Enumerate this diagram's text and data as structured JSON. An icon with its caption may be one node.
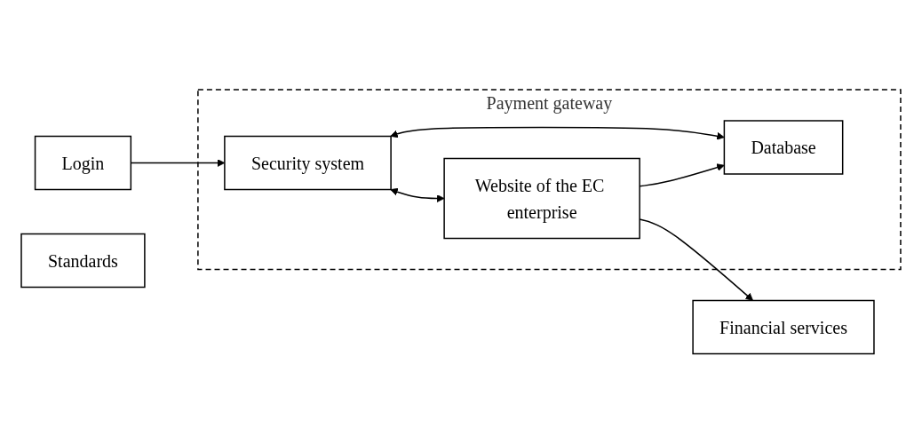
{
  "diagram": {
    "nodes": [
      {
        "text": [
          "Payment gateway"
        ]
      },
      {
        "text": [
          "Login"
        ]
      },
      {
        "text": [
          "Database"
        ],
        "in": 0
      },
      {
        "text": [
          "Security system"
        ],
        "in": 0
      },
      {
        "text": [
          "Website of the EC enterprise"
        ],
        "in": 0
      },
      {
        "text": [
          "Financial services"
        ]
      },
      {
        "text": [
          "Standards"
        ]
      }
    ],
    "edges": [
      {
        "from": 1,
        "to": 3,
        "arrow": "to"
      },
      {
        "from": 3,
        "to": 2,
        "arrow": "both"
      },
      {
        "from": 4,
        "to": 2,
        "arrow": "to"
      },
      {
        "from": 3,
        "to": 4,
        "arrow": "both"
      },
      {
        "from": 4,
        "to": 5,
        "arrow": "to"
      }
    ]
  }
}
